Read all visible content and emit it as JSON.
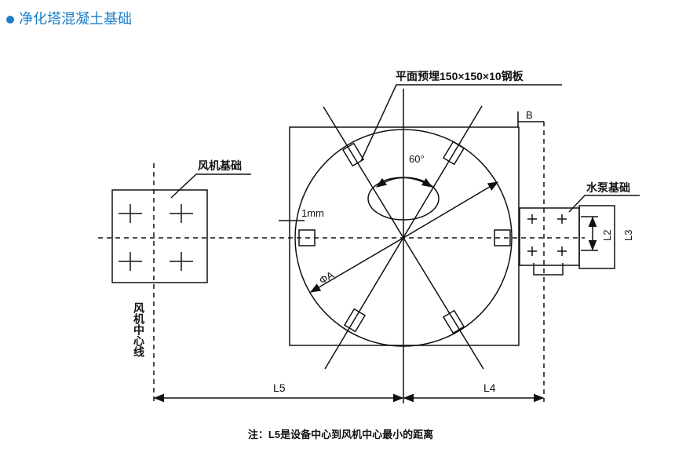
{
  "header": {
    "title": "净化塔混凝土基础",
    "accent": "#1e7fc7"
  },
  "diagram": {
    "plate_label": "平面预埋150×150×10钢板",
    "angle_label": "60°",
    "gap_label": "1mm",
    "diameter_label": "ΦA",
    "b_label": "B",
    "pump_label": "水泵基础",
    "l2_label": "L2",
    "l3_label": "L3",
    "fan_label": "风机基础",
    "fan_centerline_label": "风机中心线",
    "l5_label": "L5",
    "l4_label": "L4"
  },
  "note": "注：L5是设备中心到风机中心最小的距离"
}
